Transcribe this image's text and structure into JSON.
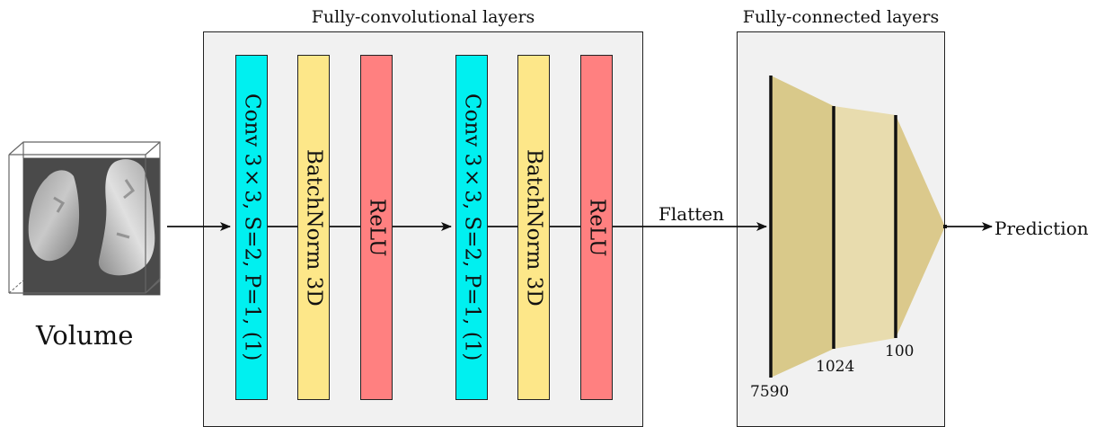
{
  "groups": {
    "conv_title": "Fully-convolutional layers",
    "fc_title": "Fully-connected layers"
  },
  "input": {
    "label": "Volume"
  },
  "conv_block": {
    "layers": [
      {
        "type": "conv",
        "label": "Conv 3×3, S=2, P=1, (1)",
        "color": "#00f0f0"
      },
      {
        "type": "batchnorm",
        "label": "BatchNorm 3D",
        "color": "#fde789"
      },
      {
        "type": "activation",
        "label": "ReLU",
        "color": "#ff8080"
      },
      {
        "type": "conv",
        "label": "Conv 3×3, S=2, P=1, (1)",
        "color": "#00f0f0"
      },
      {
        "type": "batchnorm",
        "label": "BatchNorm 3D",
        "color": "#fde789"
      },
      {
        "type": "activation",
        "label": "ReLU",
        "color": "#ff8080"
      }
    ]
  },
  "flatten": {
    "label": "Flatten"
  },
  "fc_block": {
    "sizes": [
      "7590",
      "1024",
      "100"
    ],
    "colors": {
      "dark": "#d9c98a",
      "light": "#e8dcae"
    }
  },
  "output": {
    "label": "Prediction"
  }
}
